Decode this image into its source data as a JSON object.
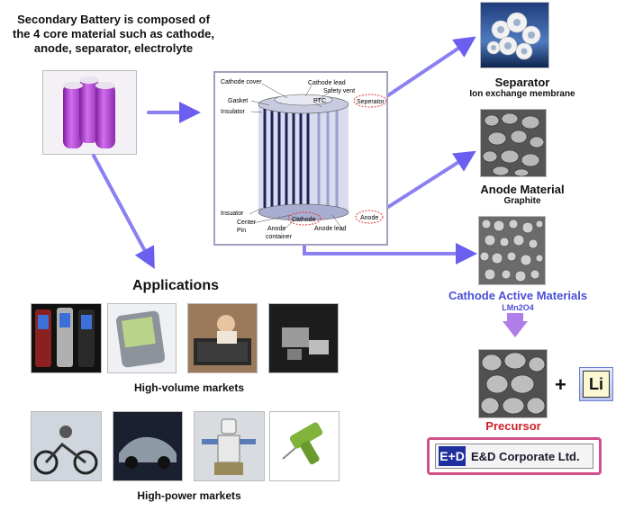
{
  "intro": {
    "line1": "Secondary Battery is composed of",
    "line2": "the 4 core material such as cathode,",
    "line3": "anode, separator, electrolyte"
  },
  "diagram_labels": {
    "cathode_cover": "Cathode cover",
    "cathode_lead": "Cathode lead",
    "safety_vent": "Safety vent",
    "gasket": "Gasket",
    "ptc": "PTC",
    "separator": "Seperator",
    "insulator_top": "Insulator",
    "insulator_bottom": "Insuator",
    "center_pin_1": "Center",
    "center_pin_2": "Pin",
    "anode_container_1": "Anode",
    "anode_container_2": "container",
    "cathode": "Cathode",
    "anode_lead": "Anode lead",
    "anode": "Anode"
  },
  "materials": {
    "separator": {
      "title": "Separator",
      "subtitle": "Ion exchange membrane"
    },
    "anode": {
      "title": "Anode Material",
      "subtitle": "Graphite"
    },
    "cathode": {
      "title": "Cathode Active  Materials",
      "subtitle": "LMn2O4"
    },
    "precursor": {
      "title": "Precursor"
    }
  },
  "plus_sign": "+",
  "li_label": "Li",
  "logo": {
    "mark": "E+D",
    "text": "E&D Corporate Ltd."
  },
  "applications": {
    "title": "Applications",
    "high_volume": "High-volume markets",
    "high_power": "High-power markets"
  },
  "colors": {
    "arrow": "#7b6ff0",
    "cathode_text": "#4a4fd6",
    "precursor_text": "#cc1f2a",
    "logo_border": "#d0508a",
    "battery": "#b24bd0"
  }
}
